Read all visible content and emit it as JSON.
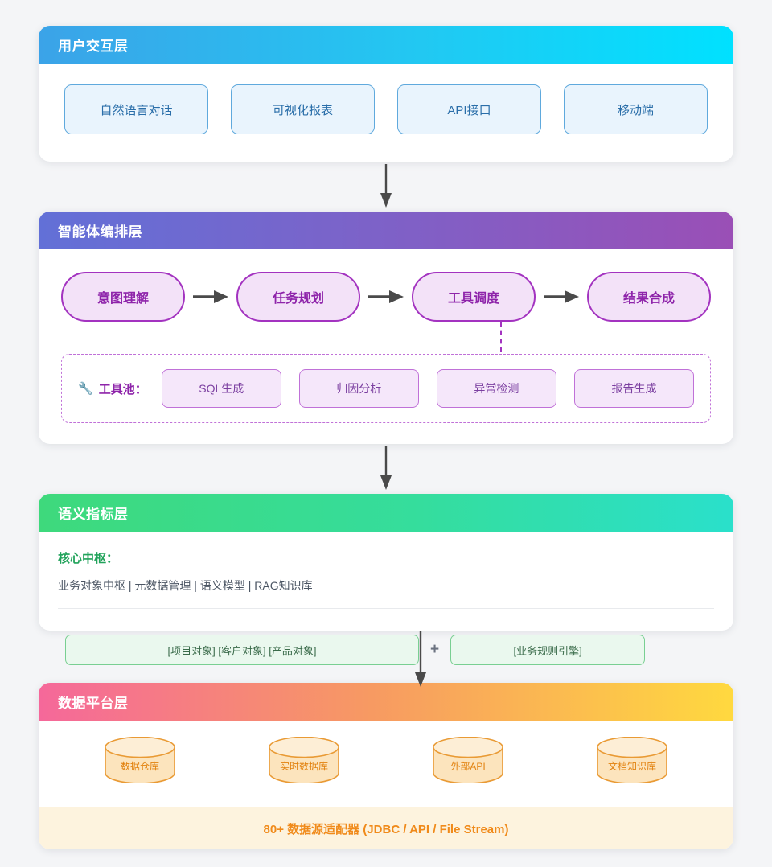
{
  "page": {
    "background": "#f4f5f7"
  },
  "layers": [
    {
      "id": "user-interaction",
      "title": "用户交互层",
      "header_gradient_from": "#3ba3e8",
      "header_gradient_to": "#00e1ff",
      "chips": [
        {
          "label": "自然语言对话"
        },
        {
          "label": "可视化报表"
        },
        {
          "label": "API接口"
        },
        {
          "label": "移动端"
        }
      ]
    },
    {
      "id": "agent-orchestration",
      "title": "智能体编排层",
      "header_gradient_from": "#6270d7",
      "header_gradient_to": "#9a4fb6",
      "pipeline": [
        {
          "label": "意图理解"
        },
        {
          "label": "任务规划"
        },
        {
          "label": "工具调度"
        },
        {
          "label": "结果合成"
        }
      ],
      "tool_pool": {
        "icon": "wrench-icon",
        "icon_glyph": "🔧",
        "label": "工具池：",
        "tools": [
          {
            "label": "SQL生成"
          },
          {
            "label": "归因分析"
          },
          {
            "label": "异常检测"
          },
          {
            "label": "报告生成"
          }
        ]
      }
    },
    {
      "id": "semantic-metric",
      "title": "语义指标层",
      "header_gradient_from": "#3ed97c",
      "header_gradient_to": "#2ae0cb",
      "core_title": "核心中枢：",
      "core_items": "业务对象中枢 | 元数据管理 | 语义模型 | RAG知识库",
      "objects_box": "[项目对象] [客户对象] [产品对象]",
      "plus": "+",
      "rules_box": "[业务规则引擎]"
    },
    {
      "id": "data-platform",
      "title": "数据平台层",
      "header_gradient_from": "#f5689a",
      "header_gradient_to": "#ffd93f",
      "databases": [
        {
          "label": "数据仓库"
        },
        {
          "label": "实时数据库"
        },
        {
          "label": "外部API"
        },
        {
          "label": "文档知识库"
        }
      ],
      "adapter_bar": "80+ 数据源适配器 (JDBC / API / File Stream)"
    }
  ],
  "connectors": {
    "arrow_color": "#4a4a4a",
    "down_arrow_1": "down-arrow",
    "down_arrow_2": "down-arrow",
    "down_arrow_3": "down-arrow",
    "horizontal_arrows": [
      "right-arrow",
      "right-arrow",
      "right-arrow"
    ]
  }
}
